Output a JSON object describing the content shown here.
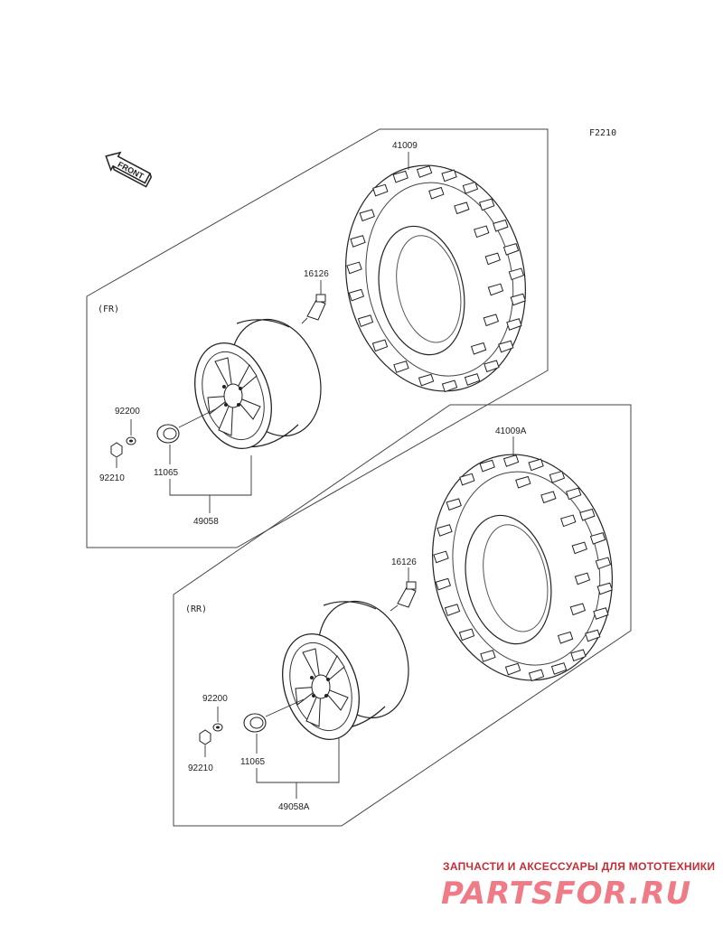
{
  "diagram": {
    "code": "F2210",
    "front_label": "FRONT",
    "sections": [
      {
        "id": "front",
        "label": "(FR)",
        "parts": {
          "tire": "41009",
          "valve": "16126",
          "washer": "92200",
          "nut": "92210",
          "hub_cap": "11065",
          "wheel": "49058"
        }
      },
      {
        "id": "rear",
        "label": "(RR)",
        "parts": {
          "tire": "41009A",
          "valve": "16126",
          "washer": "92200",
          "nut": "92210",
          "hub_cap": "11065",
          "wheel": "49058A"
        }
      }
    ]
  },
  "watermark": {
    "tagline": "ЗАПЧАСТИ И АКСЕССУАРЫ ДЛЯ МОТОТЕХНИКИ",
    "logo": "PARTSFOR.RU",
    "color": "#c62d36"
  }
}
